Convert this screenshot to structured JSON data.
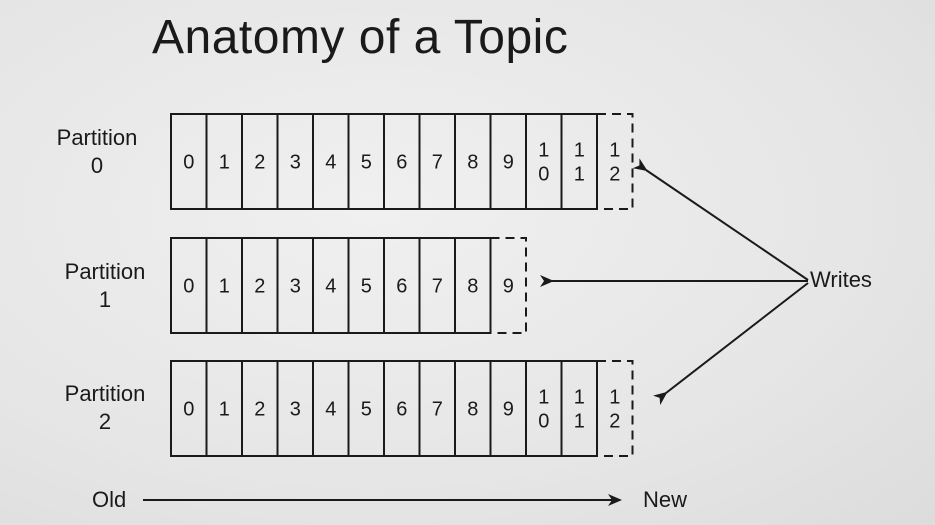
{
  "title": "Anatomy of a Topic",
  "partitions": [
    {
      "label_line1": "Partition",
      "label_line2": "0",
      "offsets": [
        "0",
        "1",
        "2",
        "3",
        "4",
        "5",
        "6",
        "7",
        "8",
        "9",
        "10",
        "11"
      ],
      "next_offset": "12"
    },
    {
      "label_line1": "Partition",
      "label_line2": "1",
      "offsets": [
        "0",
        "1",
        "2",
        "3",
        "4",
        "5",
        "6",
        "7",
        "8"
      ],
      "next_offset": "9"
    },
    {
      "label_line1": "Partition",
      "label_line2": "2",
      "offsets": [
        "0",
        "1",
        "2",
        "3",
        "4",
        "5",
        "6",
        "7",
        "8",
        "9",
        "10",
        "11"
      ],
      "next_offset": "12"
    }
  ],
  "writes_label": "Writes",
  "axis": {
    "old_label": "Old",
    "new_label": "New"
  }
}
